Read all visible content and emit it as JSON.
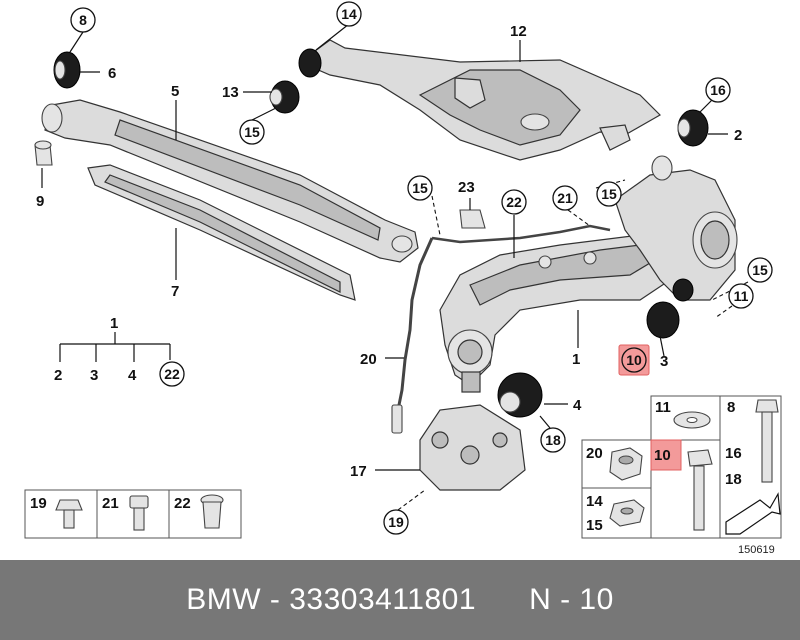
{
  "labels": {
    "n1": "1",
    "n2": "2",
    "n3": "3",
    "n4": "4",
    "n5": "5",
    "n6": "6",
    "n7": "7",
    "n8": "8",
    "n9": "9",
    "n10": "10",
    "n11": "11",
    "n12": "12",
    "n13": "13",
    "n14": "14",
    "n15": "15",
    "n16": "16",
    "n17": "17",
    "n18": "18",
    "n19": "19",
    "n20": "20",
    "n21": "21",
    "n22": "22",
    "n23": "23"
  },
  "drawing_number": "150619",
  "footer": {
    "brand": "BMW",
    "separator": " - ",
    "part_number": "33303411801",
    "position_label": "N - 10"
  },
  "colors": {
    "highlight": "#f39a9a",
    "footer_bg": "#777777",
    "footer_text": "#ffffff"
  }
}
